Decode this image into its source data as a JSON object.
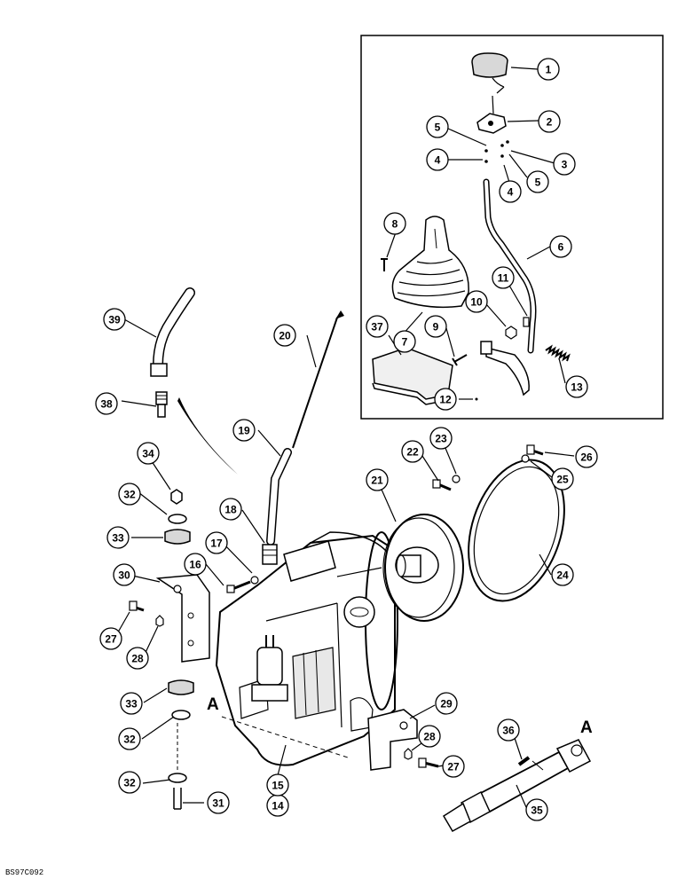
{
  "figure_code": "BS97C092",
  "reference_letter": "A",
  "callouts": [
    "1",
    "2",
    "3",
    "4",
    "5",
    "6",
    "7",
    "8",
    "9",
    "10",
    "11",
    "12",
    "13",
    "14",
    "15",
    "16",
    "17",
    "18",
    "19",
    "20",
    "21",
    "22",
    "23",
    "24",
    "25",
    "26",
    "27",
    "28",
    "29",
    "30",
    "31",
    "32",
    "33",
    "34",
    "35",
    "36",
    "37",
    "38",
    "39"
  ],
  "colors": {
    "ink": "#000000",
    "paper": "#ffffff",
    "shade": "#d8d8d8"
  }
}
